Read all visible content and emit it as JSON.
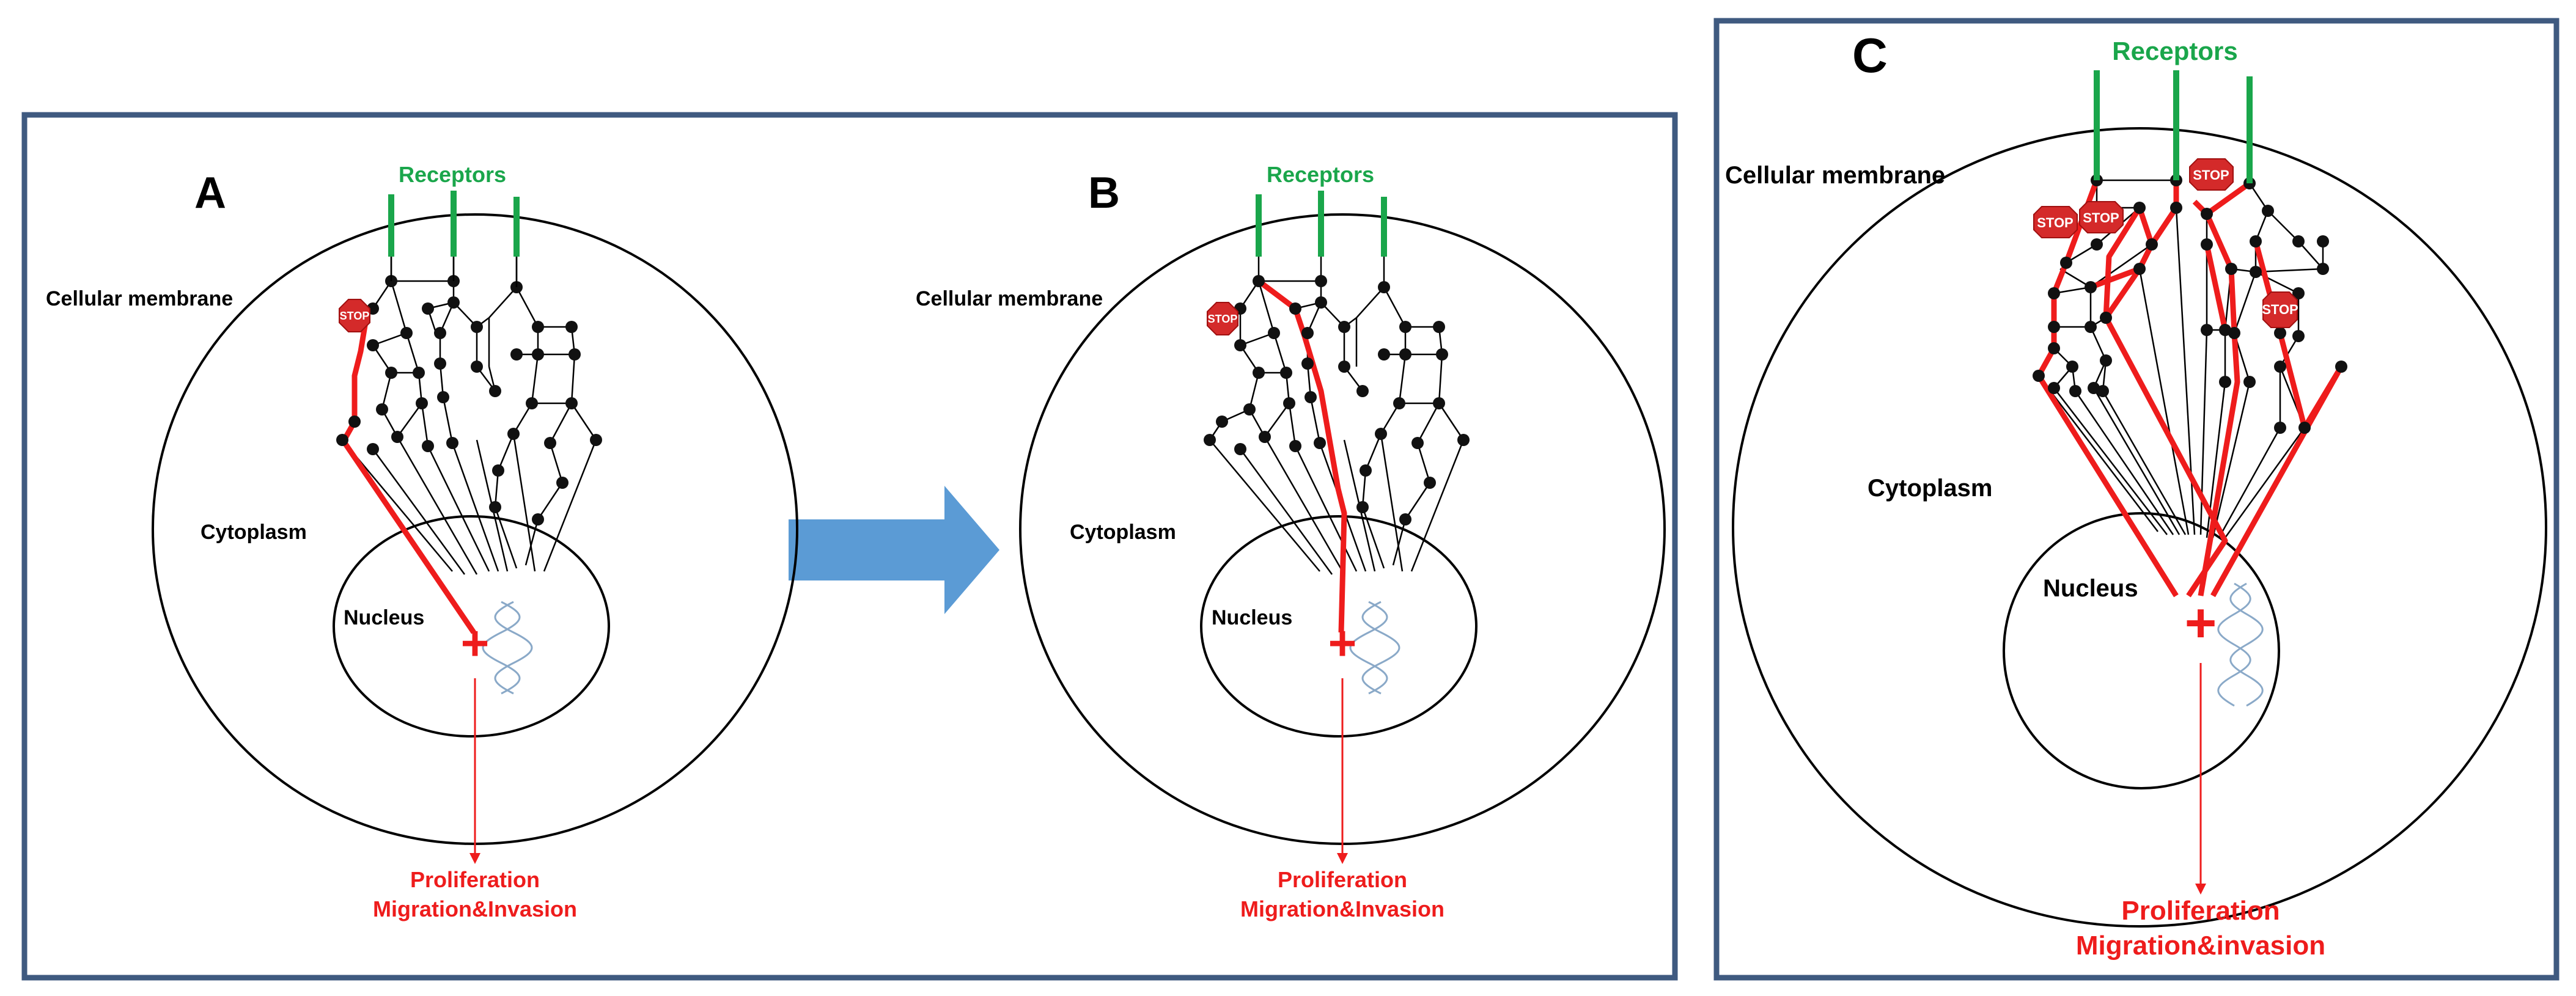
{
  "panels": [
    {
      "letter": "A",
      "receptors_label": "Receptors",
      "membrane_label": "Cellular membrane",
      "cytoplasm_label": "Cytoplasm",
      "nucleus_label": "Nucleus",
      "plus_sign": "+",
      "stop_labels": [
        "STOP"
      ],
      "outcome_line1": "Proliferation",
      "outcome_line2": "Migration&Invasion"
    },
    {
      "letter": "B",
      "receptors_label": "Receptors",
      "membrane_label": "Cellular membrane",
      "cytoplasm_label": "Cytoplasm",
      "nucleus_label": "Nucleus",
      "plus_sign": "+",
      "stop_labels": [
        "STOP"
      ],
      "outcome_line1": "Proliferation",
      "outcome_line2": "Migration&Invasion"
    },
    {
      "letter": "C",
      "receptors_label": "Receptors",
      "membrane_label": "Cellular membrane",
      "cytoplasm_label": "Cytoplasm",
      "nucleus_label": "Nucleus",
      "plus_sign": "+",
      "stop_labels": [
        "STOP",
        "STOP",
        "STOP",
        "STOP"
      ],
      "outcome_line1": "Proliferation",
      "outcome_line2": "Migration&invasion"
    }
  ],
  "colors": {
    "frame": "#3f5a80",
    "receptor": "#1aa64b",
    "receptor_label": "#1aa64b",
    "signal_path": "#ee1c1c",
    "stop_fill": "#d42a2a",
    "arrow": "#5b9bd5",
    "dna": "#8aa9c8",
    "node": "#111111"
  }
}
